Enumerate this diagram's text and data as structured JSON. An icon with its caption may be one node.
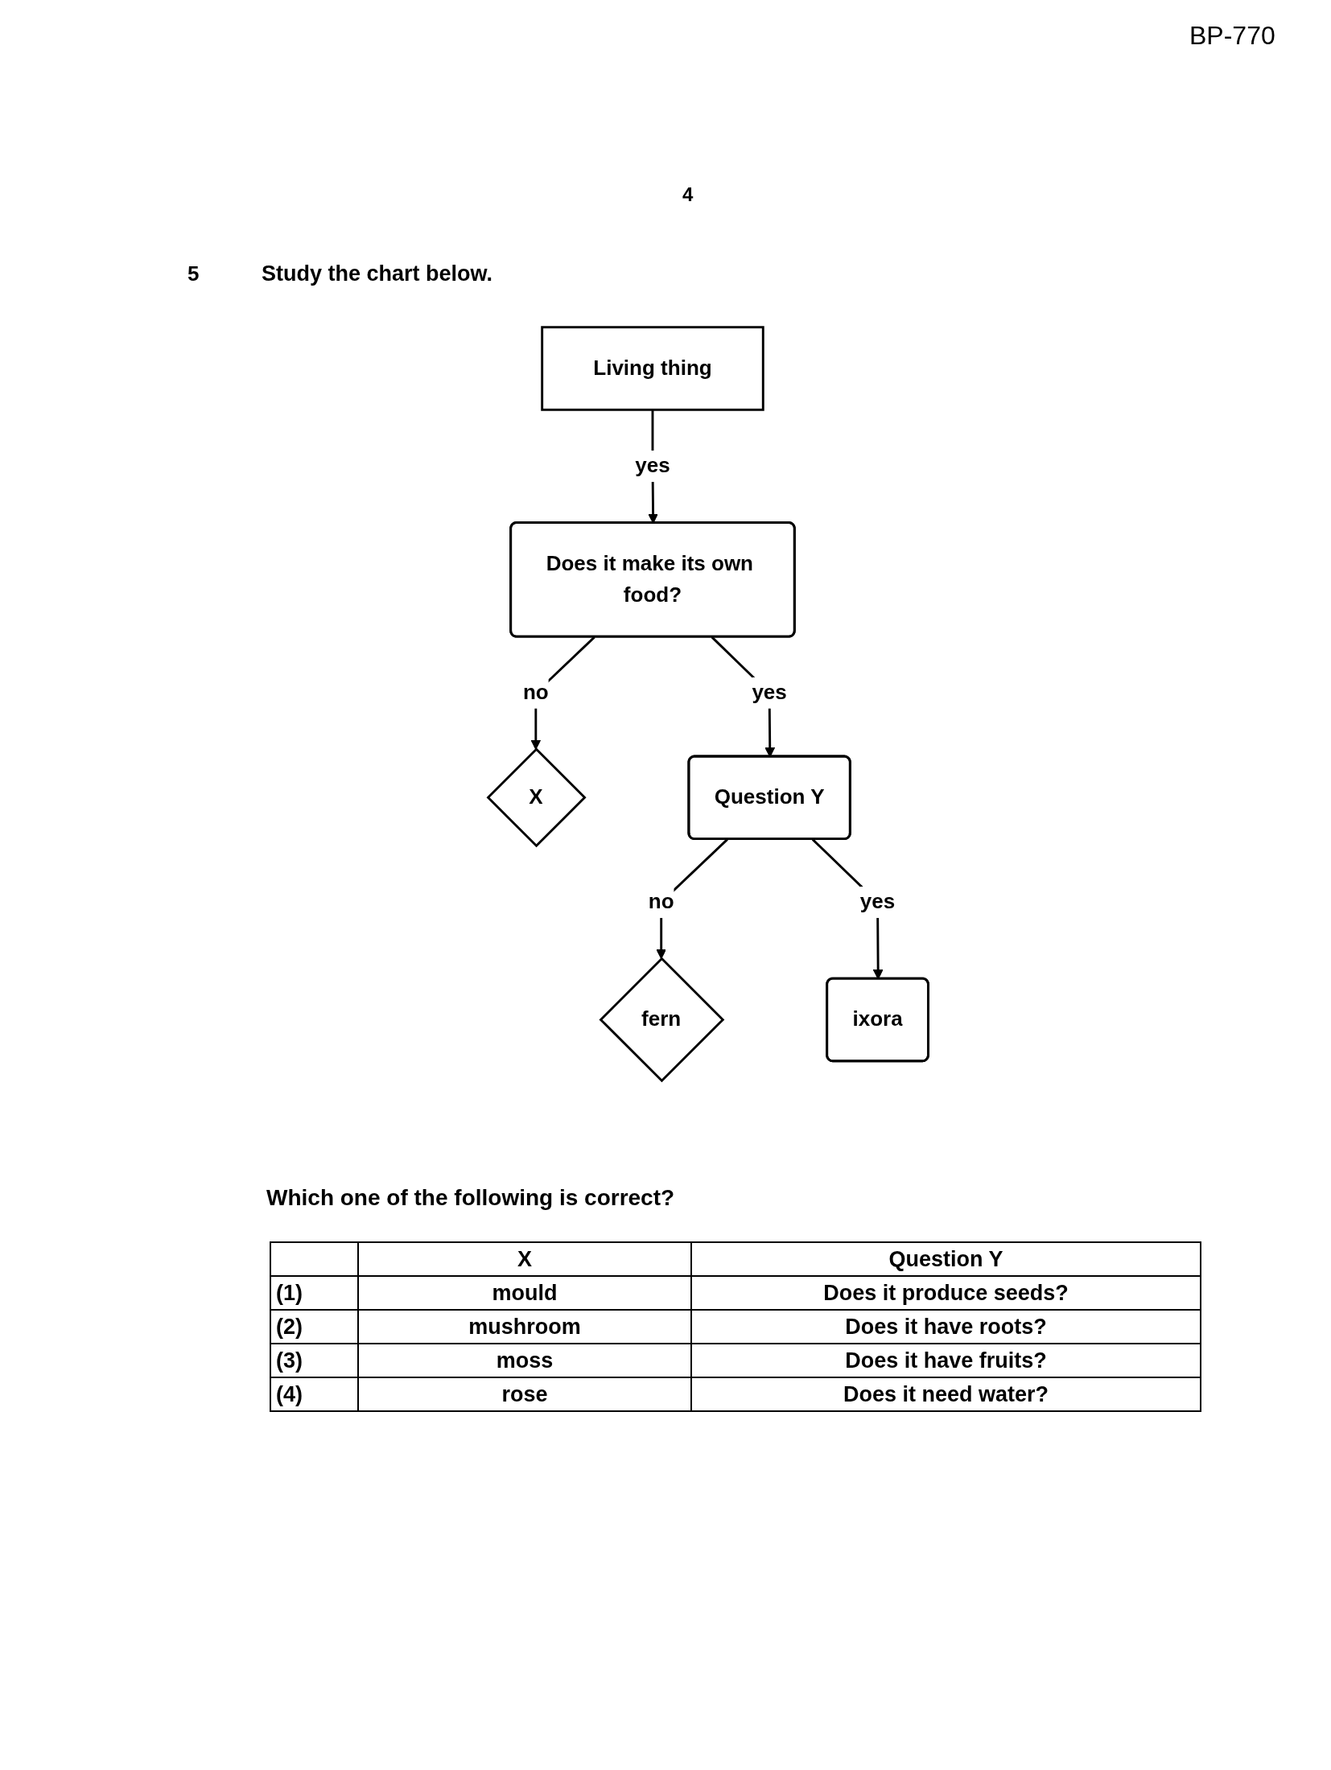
{
  "diagram": {
    "nodes": [
      {
        "text": [
          "Living thing"
        ]
      },
      {
        "text": [
          "Does it make its own food?"
        ]
      },
      {
        "text": [
          "X"
        ]
      },
      {
        "text": [
          "Question Y"
        ]
      },
      {
        "text": [
          "fern"
        ]
      },
      {
        "text": [
          "ixora"
        ]
      }
    ],
    "edges": [
      {
        "from": 0,
        "to": 1,
        "arrow": "to",
        "label": "yes"
      },
      {
        "from": 1,
        "to": 2,
        "arrow": "to",
        "label": "no"
      },
      {
        "from": 1,
        "to": 3,
        "arrow": "to",
        "label": "yes"
      },
      {
        "from": 3,
        "to": 4,
        "arrow": "to",
        "label": "no"
      },
      {
        "from": 3,
        "to": 5,
        "arrow": "to",
        "label": "yes"
      }
    ],
    "labels": [
      "BP-770",
      "4",
      "5",
      "Study the chart below.",
      "Which one of the following is correct?",
      "X",
      "Question Y",
      "(1)",
      "mould",
      "Does it produce seeds?",
      "(2)",
      "mushroom",
      "Does it have roots?",
      "(3)",
      "moss",
      "Does it have fruits?",
      "(4)",
      "rose",
      "Does it need water?"
    ]
  }
}
